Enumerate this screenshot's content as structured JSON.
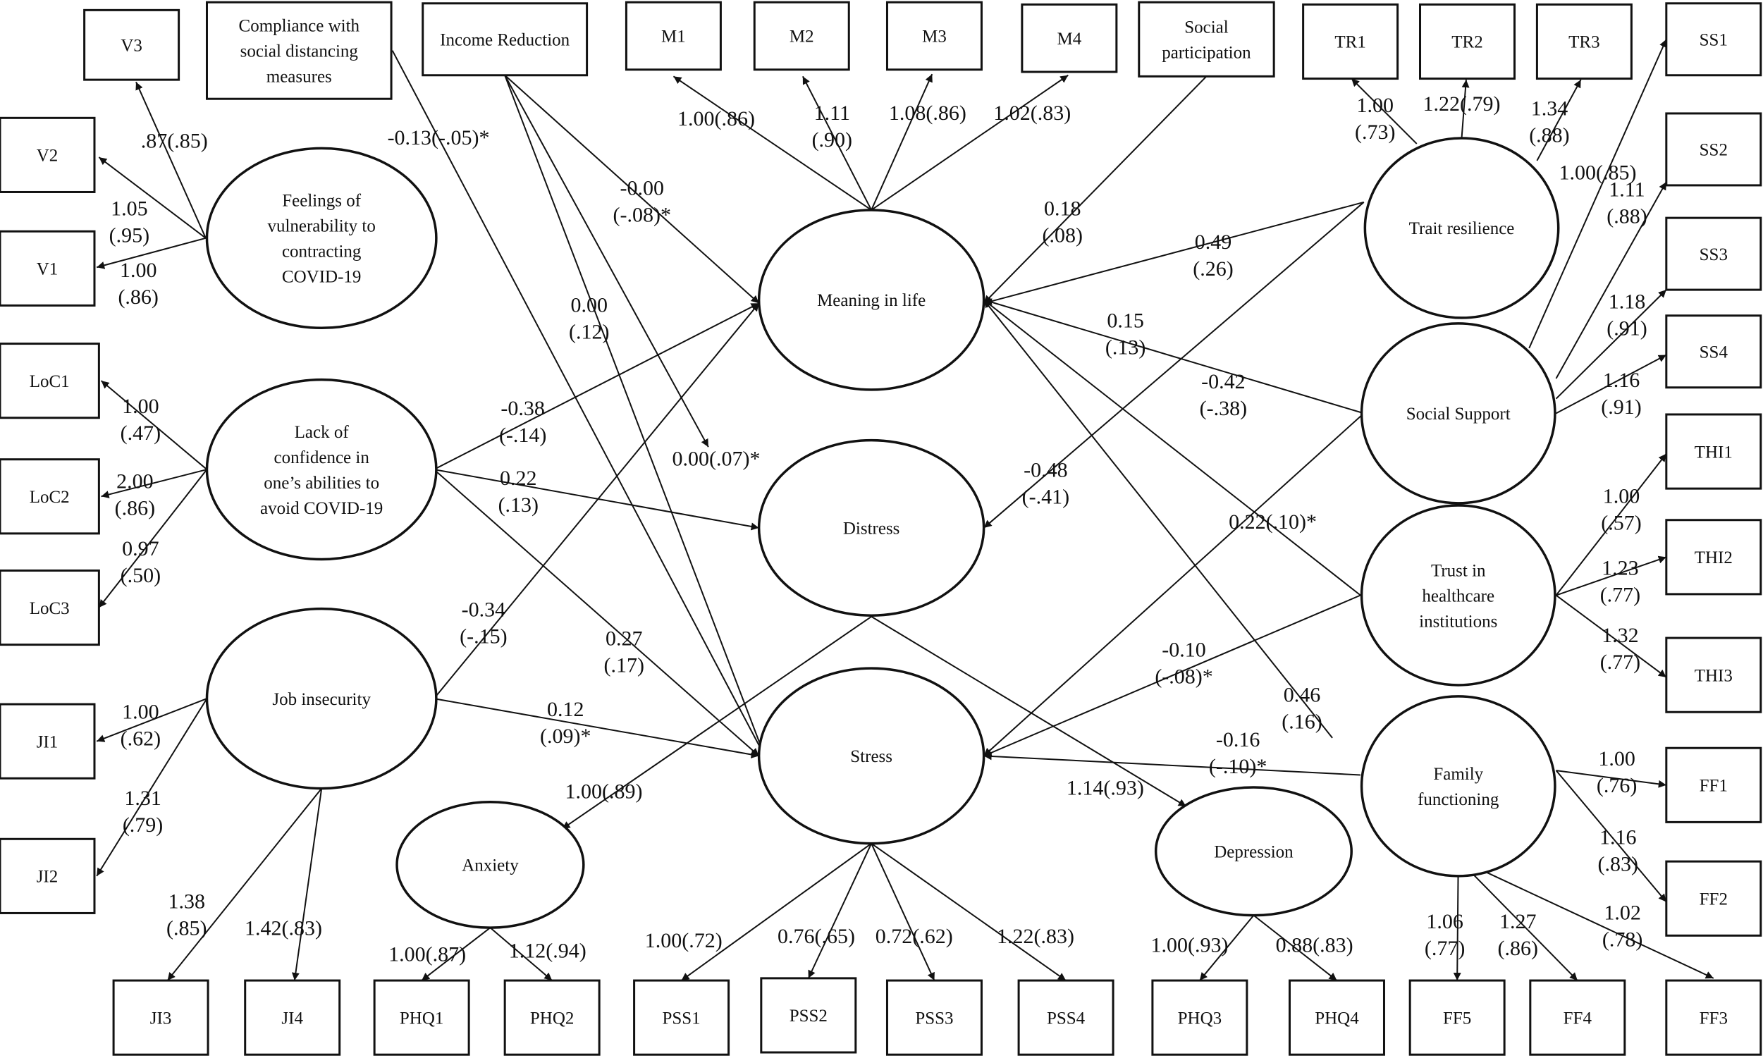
{
  "nodes": [
    {
      "id": "V3",
      "lines": [
        "V3"
      ]
    },
    {
      "id": "V2",
      "lines": [
        "V2"
      ]
    },
    {
      "id": "V1",
      "lines": [
        "V1"
      ]
    },
    {
      "id": "CSD",
      "lines": [
        "Compliance with",
        "social distancing",
        "measures"
      ]
    },
    {
      "id": "IR",
      "lines": [
        "Income Reduction"
      ]
    },
    {
      "id": "M1",
      "lines": [
        "M1"
      ]
    },
    {
      "id": "M2",
      "lines": [
        "M2"
      ]
    },
    {
      "id": "M3",
      "lines": [
        "M3"
      ]
    },
    {
      "id": "M4",
      "lines": [
        "M4"
      ]
    },
    {
      "id": "SP",
      "lines": [
        "Social",
        "participation"
      ]
    },
    {
      "id": "TR1",
      "lines": [
        "TR1"
      ]
    },
    {
      "id": "TR2",
      "lines": [
        "TR2"
      ]
    },
    {
      "id": "TR3",
      "lines": [
        "TR3"
      ]
    },
    {
      "id": "SS1",
      "lines": [
        "SS1"
      ]
    },
    {
      "id": "SS2",
      "lines": [
        "SS2"
      ]
    },
    {
      "id": "SS3",
      "lines": [
        "SS3"
      ]
    },
    {
      "id": "SS4",
      "lines": [
        "SS4"
      ]
    },
    {
      "id": "LoC1",
      "lines": [
        "LoC1"
      ]
    },
    {
      "id": "LoC2",
      "lines": [
        "LoC2"
      ]
    },
    {
      "id": "LoC3",
      "lines": [
        "LoC3"
      ]
    },
    {
      "id": "JI1",
      "lines": [
        "JI1"
      ]
    },
    {
      "id": "JI2",
      "lines": [
        "JI2"
      ]
    },
    {
      "id": "THI1",
      "lines": [
        "THI1"
      ]
    },
    {
      "id": "THI2",
      "lines": [
        "THI2"
      ]
    },
    {
      "id": "THI3",
      "lines": [
        "THI3"
      ]
    },
    {
      "id": "FF1",
      "lines": [
        "FF1"
      ]
    },
    {
      "id": "FF2",
      "lines": [
        "FF2"
      ]
    },
    {
      "id": "JI3",
      "lines": [
        "JI3"
      ]
    },
    {
      "id": "JI4",
      "lines": [
        "JI4"
      ]
    },
    {
      "id": "PHQ1",
      "lines": [
        "PHQ1"
      ]
    },
    {
      "id": "PHQ2",
      "lines": [
        "PHQ2"
      ]
    },
    {
      "id": "PSS1",
      "lines": [
        "PSS1"
      ]
    },
    {
      "id": "PSS2",
      "lines": [
        "PSS2"
      ]
    },
    {
      "id": "PSS3",
      "lines": [
        "PSS3"
      ]
    },
    {
      "id": "PSS4",
      "lines": [
        "PSS4"
      ]
    },
    {
      "id": "PHQ3",
      "lines": [
        "PHQ3"
      ]
    },
    {
      "id": "PHQ4",
      "lines": [
        "PHQ4"
      ]
    },
    {
      "id": "FF5",
      "lines": [
        "FF5"
      ]
    },
    {
      "id": "FF4",
      "lines": [
        "FF4"
      ]
    },
    {
      "id": "FF3",
      "lines": [
        "FF3"
      ]
    },
    {
      "id": "VUL",
      "lines": [
        "Feelings of",
        "vulnerability to",
        "contracting",
        "COVID-19"
      ]
    },
    {
      "id": "LOC",
      "lines": [
        "Lack of",
        "confidence in",
        "one’s abilities to",
        "avoid COVID-19"
      ]
    },
    {
      "id": "JOB",
      "lines": [
        "Job insecurity"
      ]
    },
    {
      "id": "MIL",
      "lines": [
        "Meaning in life"
      ]
    },
    {
      "id": "DIS",
      "lines": [
        "Distress"
      ]
    },
    {
      "id": "STR",
      "lines": [
        "Stress"
      ]
    },
    {
      "id": "ANX",
      "lines": [
        "Anxiety"
      ]
    },
    {
      "id": "DEP",
      "lines": [
        "Depression"
      ]
    },
    {
      "id": "TRS",
      "lines": [
        "Trait resilience"
      ]
    },
    {
      "id": "SOC",
      "lines": [
        "Social Support"
      ]
    },
    {
      "id": "THC",
      "lines": [
        "Trust in",
        "healthcare",
        "institutions"
      ]
    },
    {
      "id": "FAM",
      "lines": [
        "Family",
        "functioning"
      ]
    }
  ],
  "edges": [
    {
      "from": "VUL",
      "to": "V3",
      "label": [
        ".87(.85)"
      ]
    },
    {
      "from": "VUL",
      "to": "V2",
      "label": [
        "1.05",
        "(.95)"
      ]
    },
    {
      "from": "VUL",
      "to": "V1",
      "label": [
        "1.00",
        "(.86)"
      ]
    },
    {
      "from": "LOC",
      "to": "LoC1",
      "label": [
        "1.00",
        "(.47)"
      ]
    },
    {
      "from": "LOC",
      "to": "LoC2",
      "label": [
        "2.00",
        "(.86)"
      ]
    },
    {
      "from": "LOC",
      "to": "LoC3",
      "label": [
        "0.97",
        "(.50)"
      ]
    },
    {
      "from": "JOB",
      "to": "JI1",
      "label": [
        "1.00",
        "(.62)"
      ]
    },
    {
      "from": "JOB",
      "to": "JI2",
      "label": [
        "1.31",
        "(.79)"
      ]
    },
    {
      "from": "JOB",
      "to": "JI3",
      "label": [
        "1.38",
        "(.85)"
      ]
    },
    {
      "from": "JOB",
      "to": "JI4",
      "label": [
        "1.42(.83)"
      ]
    },
    {
      "from": "MIL",
      "to": "M1",
      "label": [
        "1.00(.86)"
      ]
    },
    {
      "from": "MIL",
      "to": "M2",
      "label": [
        "1.11",
        "(.90)"
      ]
    },
    {
      "from": "MIL",
      "to": "M3",
      "label": [
        "1.08(.86)"
      ]
    },
    {
      "from": "MIL",
      "to": "M4",
      "label": [
        "1.02(.83)"
      ]
    },
    {
      "from": "TRS",
      "to": "TR1",
      "label": [
        "1.00",
        "(.73)"
      ]
    },
    {
      "from": "TRS",
      "to": "TR2",
      "label": [
        "1.22(.79)"
      ]
    },
    {
      "from": "TRS",
      "to": "TR3",
      "label": [
        "1.34",
        "(.88)"
      ]
    },
    {
      "from": "SOC",
      "to": "SS1",
      "label": [
        "1.00(.85)"
      ]
    },
    {
      "from": "SOC",
      "to": "SS2",
      "label": [
        "1.11",
        "(.88)"
      ]
    },
    {
      "from": "SOC",
      "to": "SS3",
      "label": [
        "1.18",
        "(.91)"
      ]
    },
    {
      "from": "SOC",
      "to": "SS4",
      "label": [
        "1.16",
        "(.91)"
      ]
    },
    {
      "from": "THC",
      "to": "THI1",
      "label": [
        "1.00",
        "(.57)"
      ]
    },
    {
      "from": "THC",
      "to": "THI2",
      "label": [
        "1.23",
        "(.77)"
      ]
    },
    {
      "from": "THC",
      "to": "THI3",
      "label": [
        "1.32",
        "(.77)"
      ]
    },
    {
      "from": "FAM",
      "to": "FF1",
      "label": [
        "1.00",
        "(.76)"
      ]
    },
    {
      "from": "FAM",
      "to": "FF2",
      "label": [
        "1.16",
        "(.83)"
      ]
    },
    {
      "from": "FAM",
      "to": "FF3",
      "label": [
        "1.02",
        "(.78)"
      ]
    },
    {
      "from": "FAM",
      "to": "FF4",
      "label": [
        "1.27",
        "(.86)"
      ]
    },
    {
      "from": "FAM",
      "to": "FF5",
      "label": [
        "1.06",
        "(.77)"
      ]
    },
    {
      "from": "ANX",
      "to": "PHQ1",
      "label": [
        "1.00(.87)"
      ]
    },
    {
      "from": "ANX",
      "to": "PHQ2",
      "label": [
        "1.12(.94)"
      ]
    },
    {
      "from": "DEP",
      "to": "PHQ3",
      "label": [
        "1.00(.93)"
      ]
    },
    {
      "from": "DEP",
      "to": "PHQ4",
      "label": [
        "0.88(.83)"
      ]
    },
    {
      "from": "STR",
      "to": "PSS1",
      "label": [
        "1.00(.72)"
      ]
    },
    {
      "from": "STR",
      "to": "PSS2",
      "label": [
        "0.76(.65)"
      ]
    },
    {
      "from": "STR",
      "to": "PSS3",
      "label": [
        "0.72(.62)"
      ]
    },
    {
      "from": "STR",
      "to": "PSS4",
      "label": [
        "1.22(.83)"
      ]
    },
    {
      "from": "DIS",
      "to": "ANX",
      "label": [
        "1.00(.89)"
      ]
    },
    {
      "from": "DIS",
      "to": "DEP",
      "label": [
        "1.14(.93)"
      ]
    },
    {
      "from": "CSD",
      "to": "STR",
      "label": [
        "-0.13(-.05)*"
      ]
    },
    {
      "from": "IR",
      "to": "MIL",
      "label": [
        "-0.00",
        "(-.08)*"
      ]
    },
    {
      "from": "IR",
      "to": "STR",
      "label": [
        "0.00",
        "(.12)"
      ]
    },
    {
      "from": "IR",
      "to": "DIS",
      "label": [
        "0.00(.07)*"
      ]
    },
    {
      "from": "SP",
      "to": "MIL",
      "label": [
        "0.18",
        "(.08)"
      ]
    },
    {
      "from": "TRS",
      "to": "MIL",
      "label": [
        "0.49",
        "(.26)"
      ]
    },
    {
      "from": "TRS",
      "to": "DIS",
      "label": [
        "-0.48",
        "(-.41)"
      ]
    },
    {
      "from": "SOC",
      "to": "MIL",
      "label": [
        "0.15",
        "(.13)"
      ]
    },
    {
      "from": "SOC",
      "to": "STR",
      "label": [
        "-0.42",
        "(-.38)"
      ]
    },
    {
      "from": "THC",
      "to": "MIL",
      "label": [
        "0.22(.10)*"
      ]
    },
    {
      "from": "THC",
      "to": "STR",
      "label": [
        "-0.10",
        "(-.08)*"
      ]
    },
    {
      "from": "FAM",
      "to": "MIL",
      "label": [
        "0.46",
        "(.16)"
      ]
    },
    {
      "from": "FAM",
      "to": "STR",
      "label": [
        "-0.16",
        "(-.10)*"
      ]
    },
    {
      "from": "LOC",
      "to": "MIL",
      "label": [
        "-0.38",
        "(-.14)"
      ]
    },
    {
      "from": "LOC",
      "to": "DIS",
      "label": [
        "0.22",
        "(.13)"
      ]
    },
    {
      "from": "LOC",
      "to": "STR",
      "label": [
        "0.27",
        "(.17)"
      ]
    },
    {
      "from": "JOB",
      "to": "MIL",
      "label": [
        "-0.34",
        "(-.15)"
      ]
    },
    {
      "from": "JOB",
      "to": "STR",
      "label": [
        "0.12",
        "(.09)*"
      ]
    }
  ]
}
